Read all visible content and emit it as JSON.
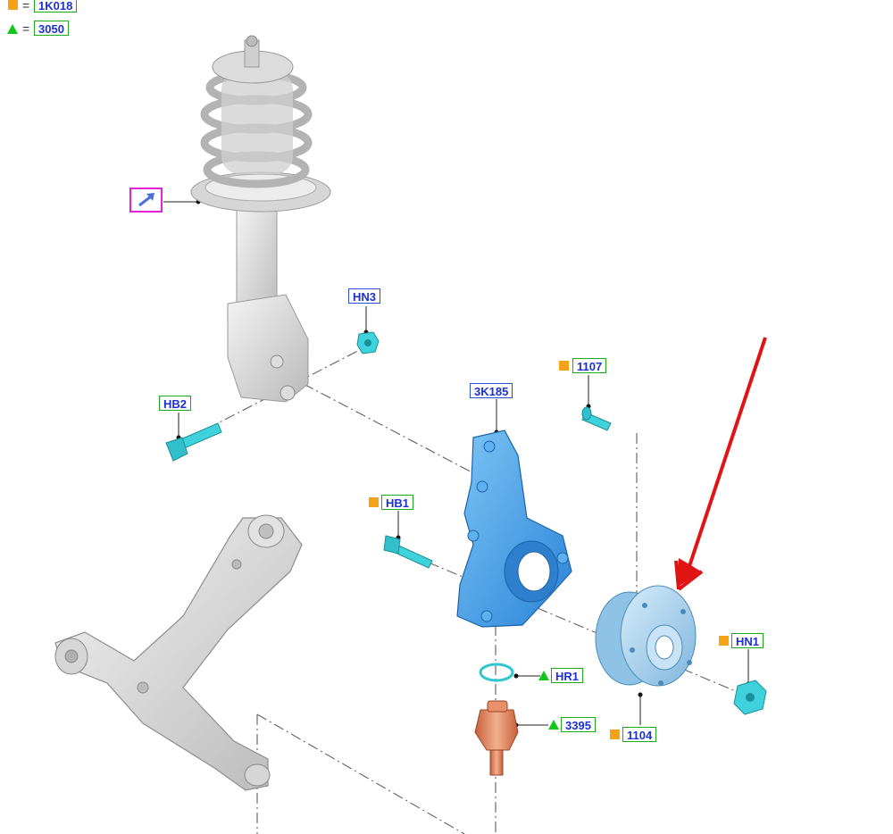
{
  "legend": {
    "square_code": "1K018",
    "triangle_code": "3050",
    "equals": "="
  },
  "callouts": {
    "hn3": "HN3",
    "hb2": "HB2",
    "knuckle": "3K185",
    "bolt_1107": "1107",
    "hb1": "HB1",
    "hr1": "HR1",
    "ball_joint": "3395",
    "hub": "1104",
    "hn1": "HN1"
  },
  "icons": {
    "strut_link": "arrow-link-icon",
    "square_marker": "orange-square-icon",
    "triangle_marker": "green-triangle-icon"
  },
  "colors": {
    "callout_text": "#1d2fd6",
    "callout_border": "#1ea81e",
    "square_marker": "#f4a316",
    "triangle_marker": "#12c61a",
    "link_box": "#e522d6",
    "cyan_parts": "#3fd2dc",
    "knuckle": "#3a9de8",
    "hub": "#a9d3ee",
    "ball_joint": "#e8906a",
    "indicator_arrow": "#e11414"
  }
}
